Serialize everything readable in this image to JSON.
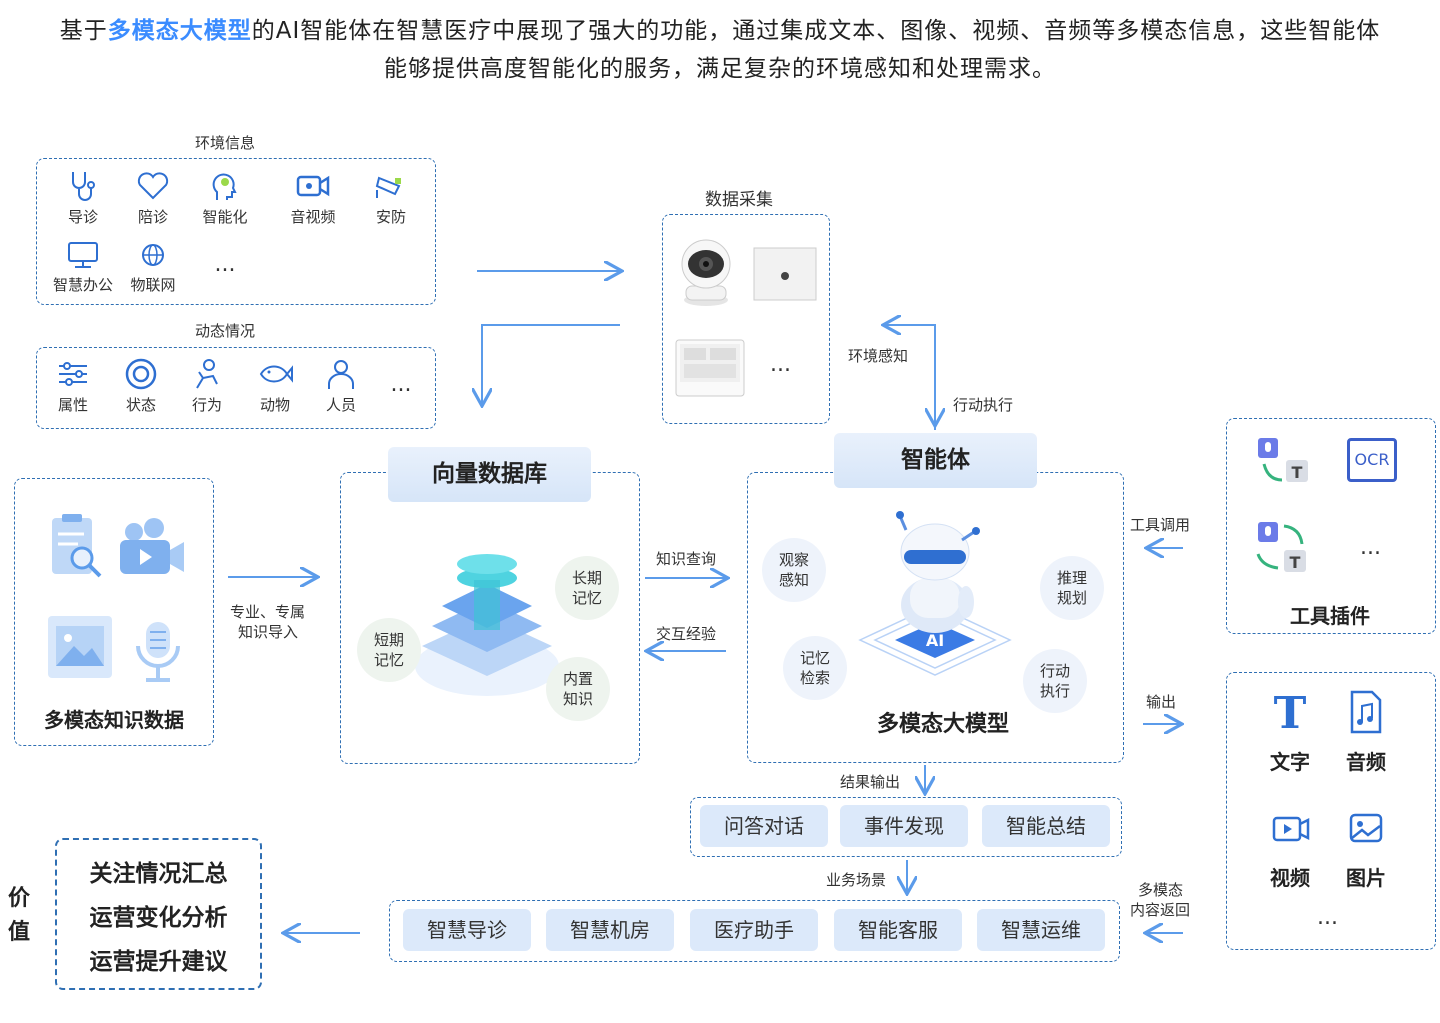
{
  "intro": {
    "prefix": "基于",
    "highlight": "多模态大模型",
    "rest_line1": "的AI智能体在智慧医疗中展现了强大的功能，通过集成文本、图像、视频、音频等多模态信息，这些智能体",
    "line2": "能够提供高度智能化的服务，满足复杂的环境感知和处理需求。"
  },
  "env_info": {
    "title": "环境信息",
    "items": [
      {
        "label": "导诊",
        "icon": "stethoscope-icon"
      },
      {
        "label": "陪诊",
        "icon": "heart-icon"
      },
      {
        "label": "智能化",
        "icon": "head-brain-icon"
      },
      {
        "label": "音视频",
        "icon": "video-call-icon"
      },
      {
        "label": "安防",
        "icon": "security-camera-icon"
      },
      {
        "label": "智慧办公",
        "icon": "monitor-icon"
      },
      {
        "label": "物联网",
        "icon": "globe-network-icon"
      },
      {
        "label": "...",
        "icon": ""
      }
    ]
  },
  "dynamic": {
    "title": "动态情况",
    "items": [
      {
        "label": "属性",
        "icon": "sliders-icon"
      },
      {
        "label": "状态",
        "icon": "target-icon"
      },
      {
        "label": "行为",
        "icon": "person-run-icon"
      },
      {
        "label": "动物",
        "icon": "fish-icon"
      },
      {
        "label": "人员",
        "icon": "person-icon"
      },
      {
        "label": "...",
        "icon": ""
      }
    ]
  },
  "data_collect": {
    "title": "数据采集",
    "more": "..."
  },
  "env_sense": "环境感知",
  "action_exec": "行动执行",
  "knowledge": {
    "title": "多模态知识数据",
    "import_label_1": "专业、专属",
    "import_label_2": "知识导入"
  },
  "vector_db": {
    "title": "向量数据库",
    "long_term": "长期\n记忆",
    "short_term": "短期\n记忆",
    "builtin": "内置\n知识"
  },
  "query_label": "知识查询",
  "exp_label": "交互经验",
  "agent": {
    "title": "智能体",
    "model_title": "多模态大模型",
    "observe": "观察\n感知",
    "reason": "推理\n规划",
    "memory": "记忆\n检索",
    "act": "行动\n执行",
    "chip_text": "AI"
  },
  "tools": {
    "title": "工具插件",
    "call_label": "工具调用",
    "ocr": "OCR",
    "more": "...",
    "t_letter": "T"
  },
  "output": {
    "label": "输出",
    "items": [
      {
        "label": "文字",
        "icon": "text-icon"
      },
      {
        "label": "音频",
        "icon": "music-file-icon"
      },
      {
        "label": "视频",
        "icon": "video-file-icon"
      },
      {
        "label": "图片",
        "icon": "image-file-icon"
      }
    ],
    "more": "..."
  },
  "result": {
    "label": "结果输出",
    "items": [
      "问答对话",
      "事件发现",
      "智能总结"
    ]
  },
  "scenes": {
    "label": "业务场景",
    "items": [
      "智慧导诊",
      "智慧机房",
      "医疗助手",
      "智能客服",
      "智慧运维"
    ]
  },
  "multimodal_return": {
    "line1": "多模态",
    "line2": "内容返回"
  },
  "value": {
    "label": "价\n值",
    "items": [
      "关注情况汇总",
      "运营变化分析",
      "运营提升建议"
    ]
  }
}
